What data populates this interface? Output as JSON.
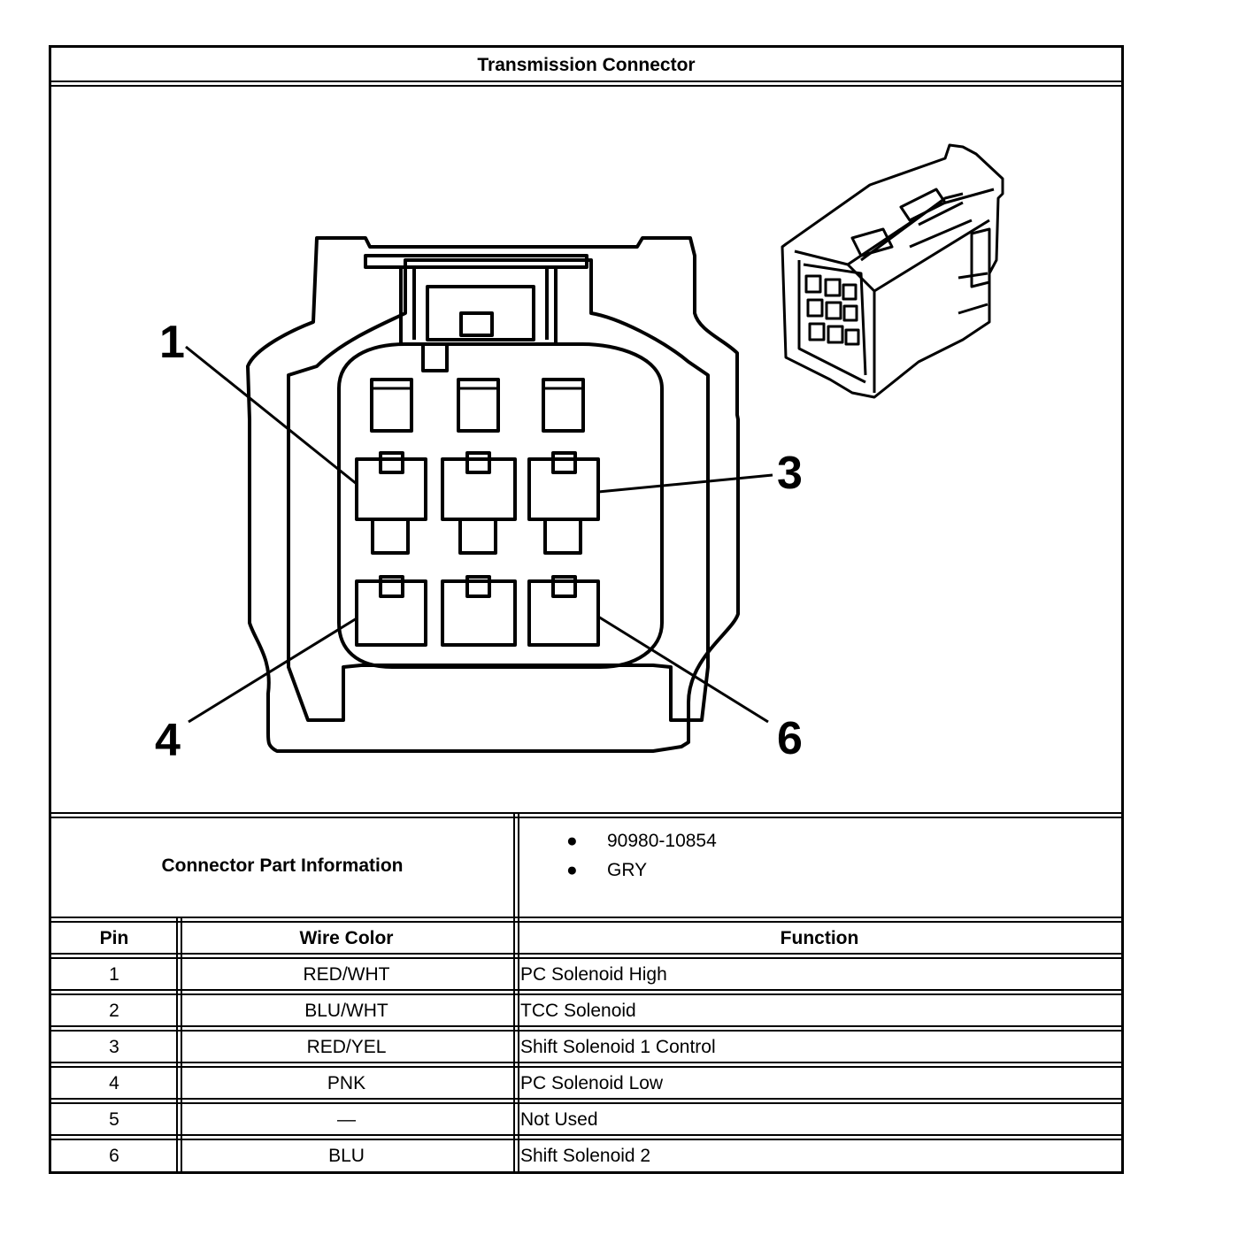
{
  "title": "Transmission Connector",
  "callouts": [
    "1",
    "3",
    "4",
    "6"
  ],
  "part_info": {
    "label": "Connector Part Information",
    "items": [
      "90980-10854",
      "GRY"
    ]
  },
  "table": {
    "headers": {
      "pin": "Pin",
      "wire_color": "Wire Color",
      "function": "Function"
    },
    "rows": [
      {
        "pin": "1",
        "wire_color": "RED/WHT",
        "function": "PC Solenoid High"
      },
      {
        "pin": "2",
        "wire_color": "BLU/WHT",
        "function": "TCC Solenoid"
      },
      {
        "pin": "3",
        "wire_color": "RED/YEL",
        "function": "Shift Solenoid 1 Control"
      },
      {
        "pin": "4",
        "wire_color": "PNK",
        "function": "PC Solenoid Low"
      },
      {
        "pin": "5",
        "wire_color": "—",
        "function": "Not Used"
      },
      {
        "pin": "6",
        "wire_color": "BLU",
        "function": "Shift Solenoid 2"
      }
    ]
  }
}
